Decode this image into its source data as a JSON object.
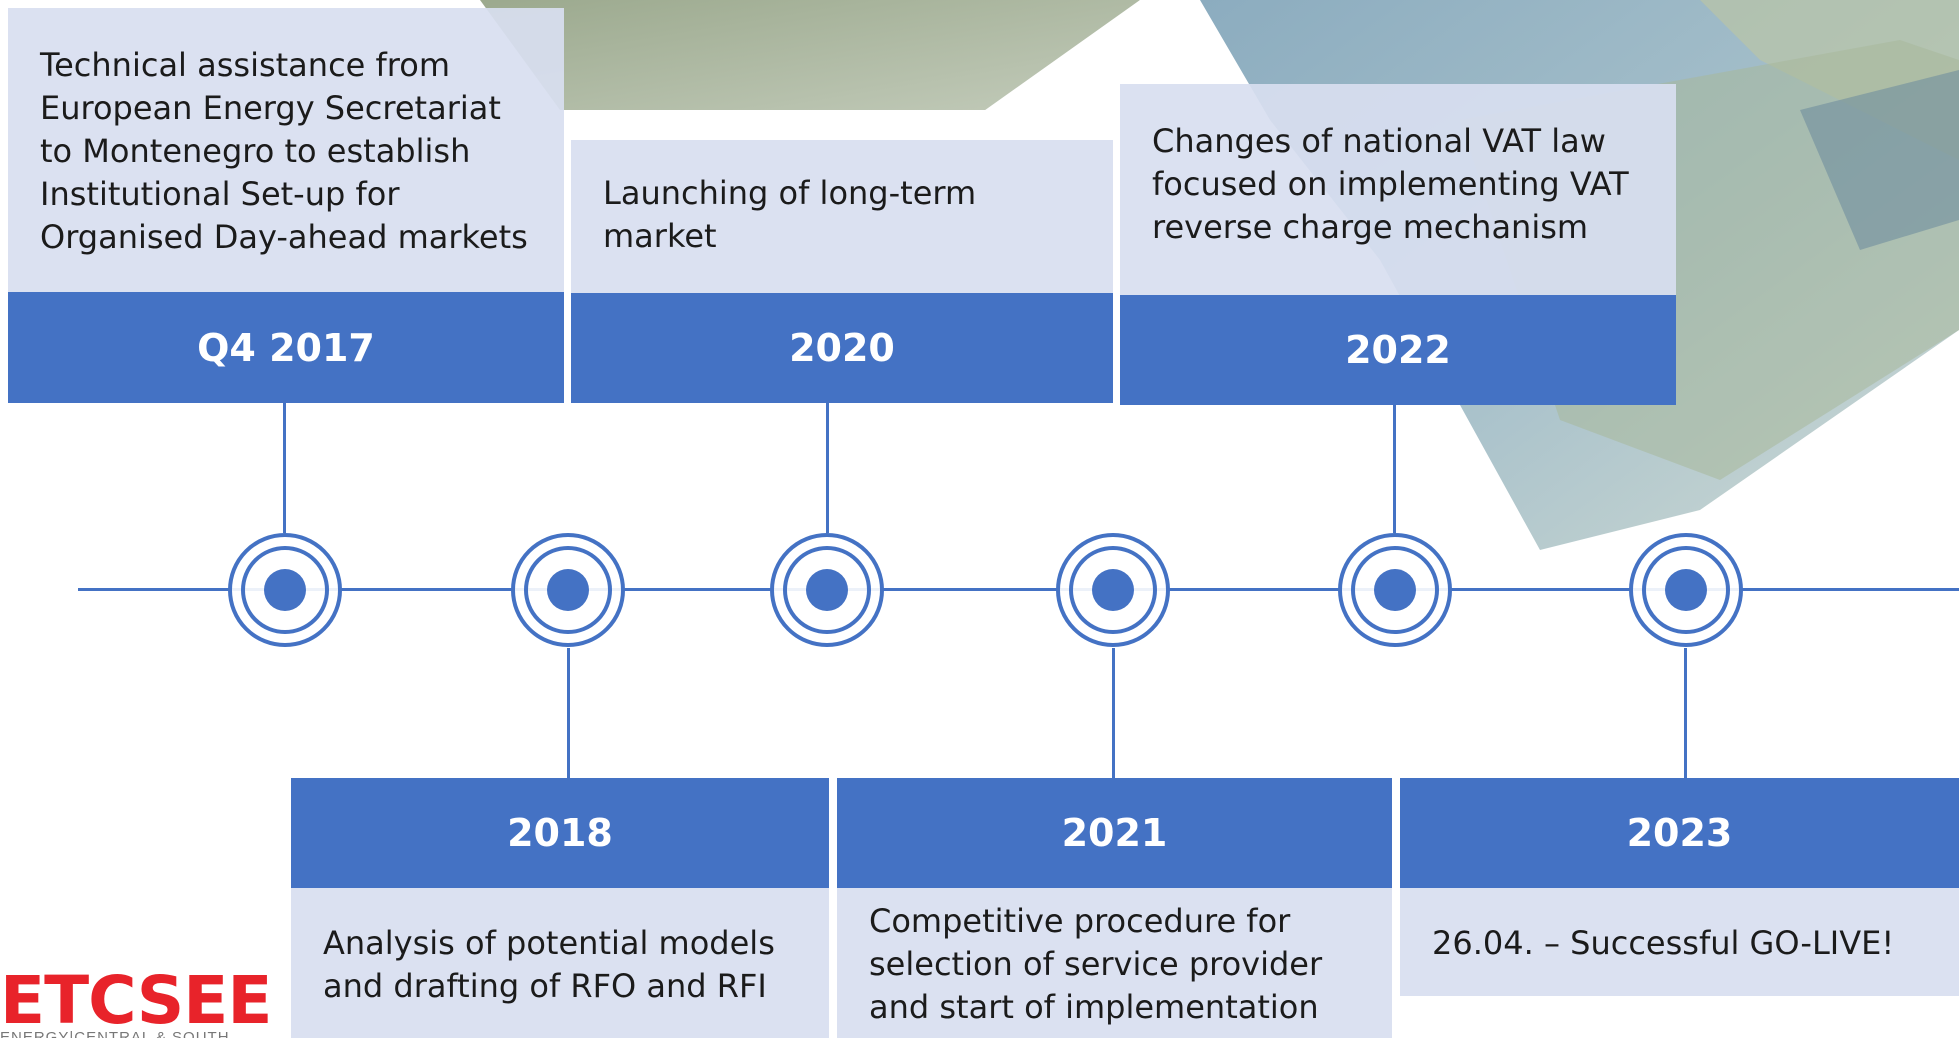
{
  "colors": {
    "accent": "#4472c4",
    "card_fill": "#d8def0",
    "logo_red": "#e8232a"
  },
  "background": {
    "icon": "coastal-landscape-photo"
  },
  "milestones": [
    {
      "year": "Q4 2017",
      "text": "Technical assistance from European Energy Secretariat to Montenegro to establish Institutional Set-up for Organised Day-ahead markets"
    },
    {
      "year": "2018",
      "text": "Analysis of potential models and drafting of RFO and RFI"
    },
    {
      "year": "2020",
      "text": "Launching of long-term market"
    },
    {
      "year": "2021",
      "text": "Competitive procedure for selection of service provider and start of implementation"
    },
    {
      "year": "2022",
      "text": "Changes of national VAT law focused on implementing VAT reverse charge mechanism"
    },
    {
      "year": "2023",
      "text": "26.04. – Successful GO-LIVE!"
    }
  ],
  "logo": {
    "name": "ETCSEE",
    "tagline": "ENERGY|CENTRAL & SOUTH"
  }
}
